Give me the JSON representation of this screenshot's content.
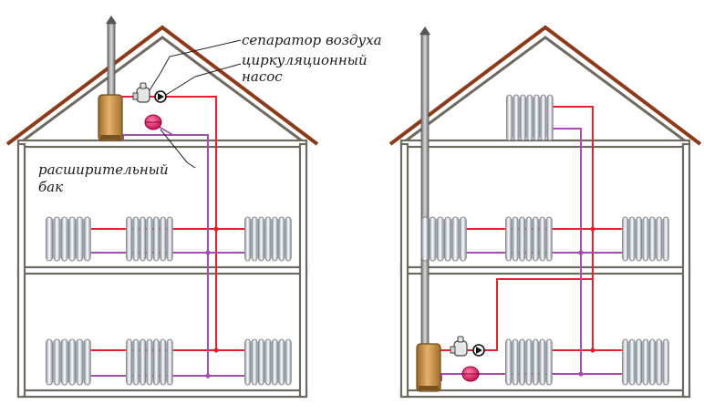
{
  "labels": {
    "air_separator": "сепаратор воздуха",
    "pump_line1": "циркуляционный",
    "pump_line2": "насос",
    "tank_line1": "расширительный",
    "tank_line2": "бак"
  },
  "colors": {
    "wall": "#6e6a60",
    "roof": "#8d3a1b",
    "supply": "#e8222d",
    "return": "#a44fb0",
    "radiator": "#7e8791",
    "boiler": "#c8914a",
    "tank": "#d8125a",
    "chimney": "#8a8a8a"
  }
}
